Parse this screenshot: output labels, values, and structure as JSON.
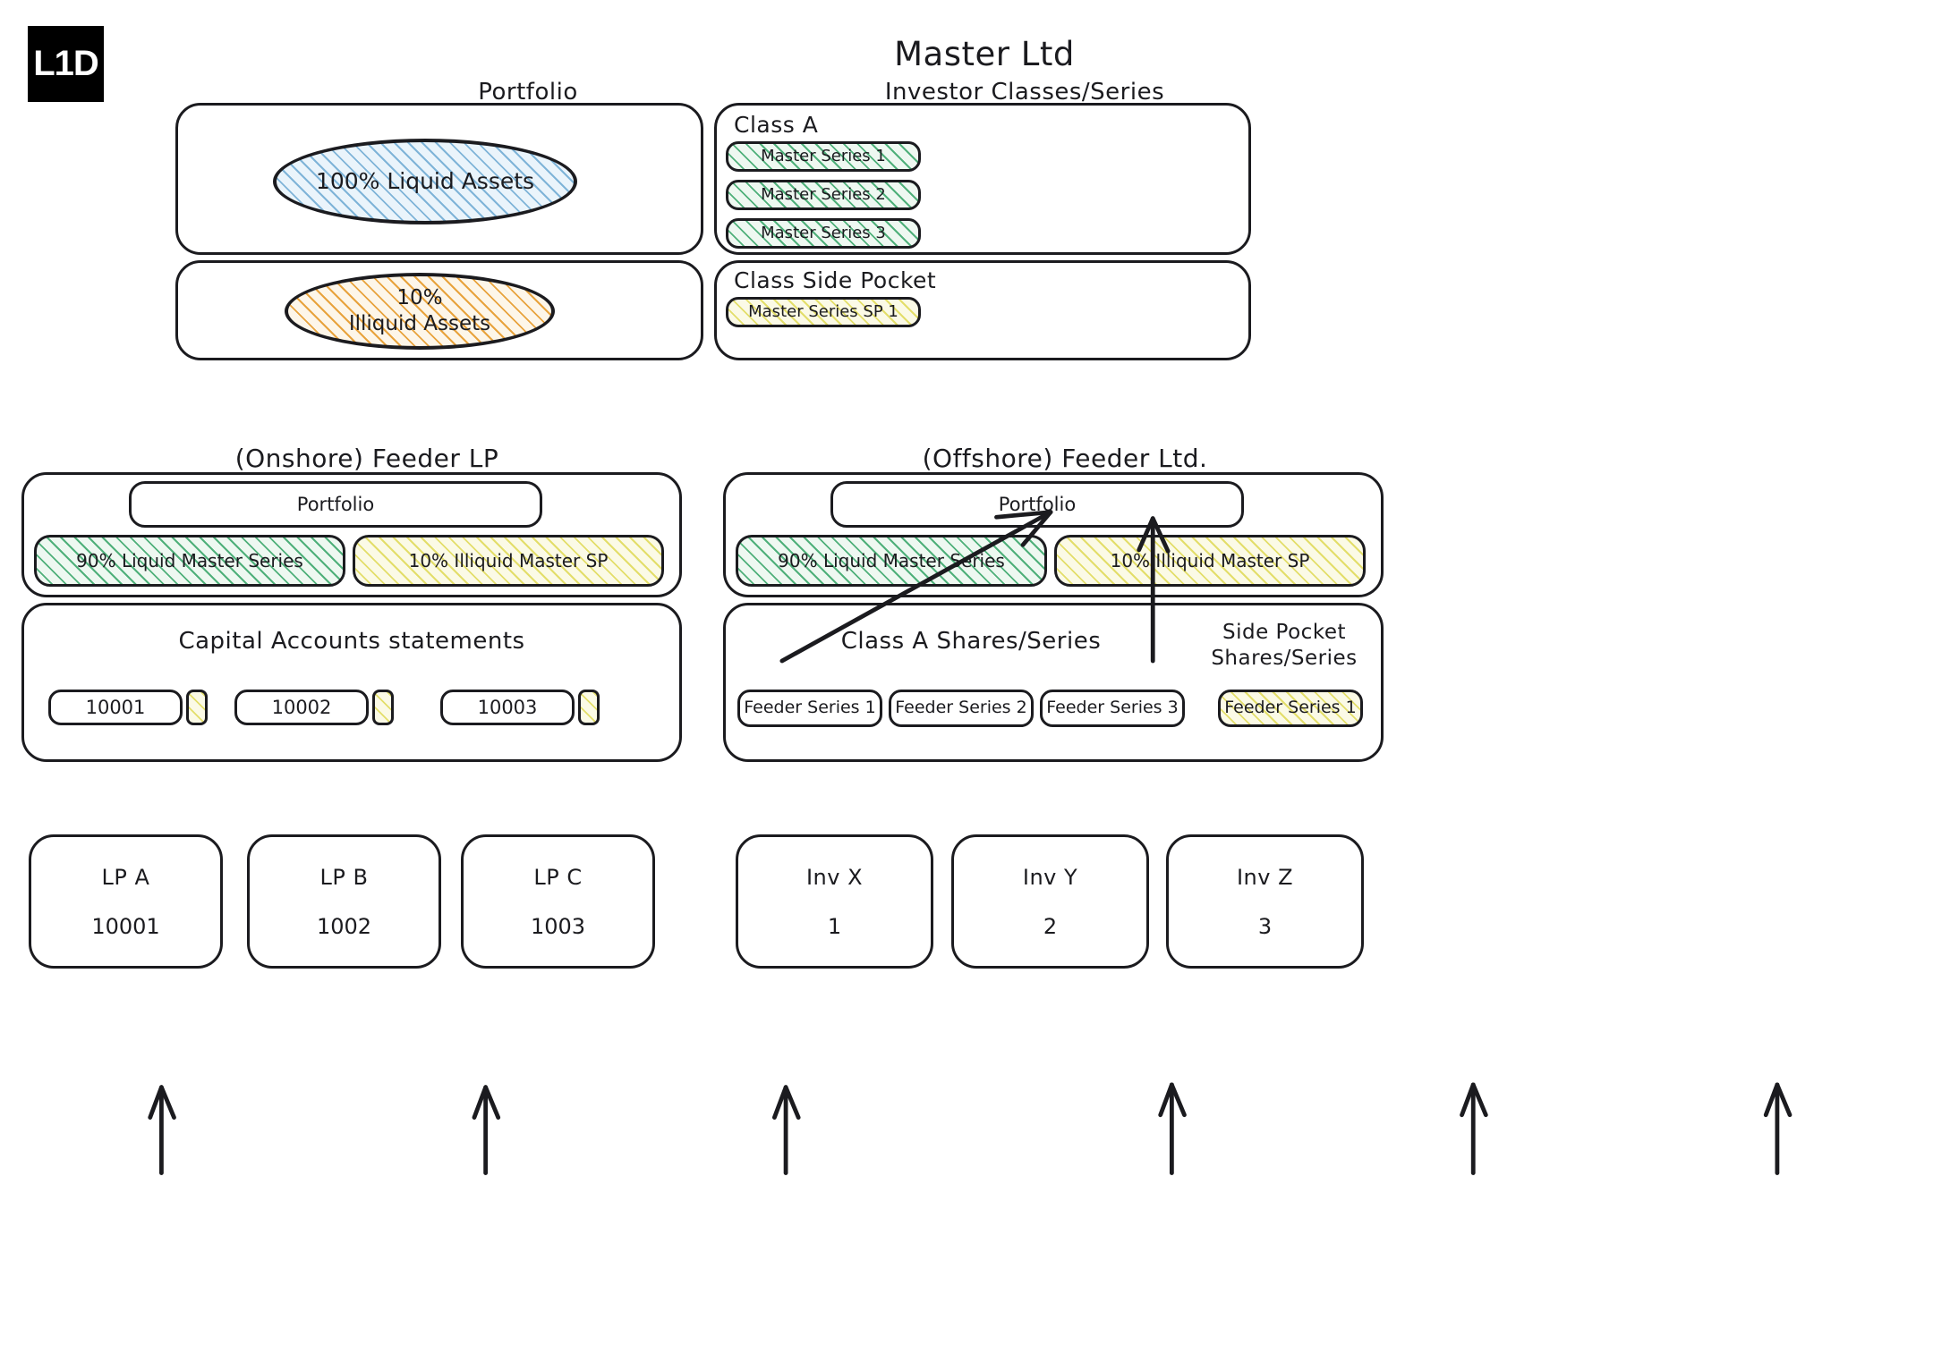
{
  "logo": {
    "text": "L1D"
  },
  "master": {
    "title": "Master Ltd",
    "portfolio_label": "Portfolio",
    "investor_label": "Investor Classes/Series",
    "liquid_assets": "100% Liquid Assets",
    "illiquid_assets": "10%\nIlliquid Assets",
    "class_a_label": "Class A",
    "class_a_series": [
      "Master Series 1",
      "Master Series 2",
      "Master Series 3"
    ],
    "side_pocket_label": "Class Side Pocket",
    "side_pocket_series": [
      "Master Series SP 1"
    ]
  },
  "onshore": {
    "title": "(Onshore) Feeder LP",
    "portfolio_label": "Portfolio",
    "liquid_block": "90% Liquid Master Series",
    "illiquid_block": "10% Illiquid Master SP",
    "accounts_title": "Capital Accounts statements",
    "accounts": [
      "10001",
      "10002",
      "10003"
    ],
    "investors": [
      {
        "name": "LP A",
        "number": "10001"
      },
      {
        "name": "LP B",
        "number": "1002"
      },
      {
        "name": "LP C",
        "number": "1003"
      }
    ]
  },
  "offshore": {
    "title": "(Offshore) Feeder Ltd.",
    "portfolio_label": "Portfolio",
    "liquid_block": "90% Liquid Master Series",
    "illiquid_block": "10% Illiquid Master SP",
    "class_a_shares_label": "Class A Shares/Series",
    "side_pocket_shares_label": "Side Pocket\nShares/Series",
    "class_a_series": [
      "Feeder Series 1",
      "Feeder Series 2",
      "Feeder Series 3"
    ],
    "side_pocket_series": [
      "Feeder Series 1"
    ],
    "investors": [
      {
        "name": "Inv X",
        "number": "1"
      },
      {
        "name": "Inv Y",
        "number": "2"
      },
      {
        "name": "Inv Z",
        "number": "3"
      }
    ]
  },
  "colors": {
    "stroke": "#1b1b1f",
    "liquid_blue": "#7fb4d8",
    "illiquid_orange": "#e8a33d",
    "series_green": "#4fb07a",
    "sidepocket_yellow": "#e3de6a"
  }
}
